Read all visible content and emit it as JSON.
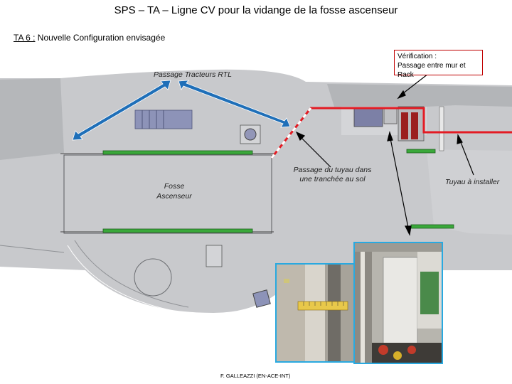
{
  "header": {
    "title": "SPS – TA – Ligne CV pour la vidange de la fosse ascenseur",
    "subtitle_ref": "TA 6 :",
    "subtitle_text": " Nouvelle Configuration envisagée"
  },
  "labels": {
    "verification_line1": "Vérification :",
    "verification_line2": "Passage entre mur et Rack",
    "tracteurs": "Passage Tracteurs RTL",
    "fosse_line1": "Fosse",
    "fosse_line2": "Ascenseur",
    "passage_line1": "Passage du tuyau dans",
    "passage_line2": "une tranchée au sol",
    "tuyau": "Tuyau à installer"
  },
  "footer": {
    "credit": "F. GALLEAZZI (EN-ACE-INT)"
  },
  "colors": {
    "floor": "#c8c9cc",
    "walls": "#a8aaae",
    "pipe": "#e31b23",
    "arrow_blue": "#1f6fb8",
    "rack_green": "#3aa83a",
    "photo_border": "#29a9e0"
  }
}
